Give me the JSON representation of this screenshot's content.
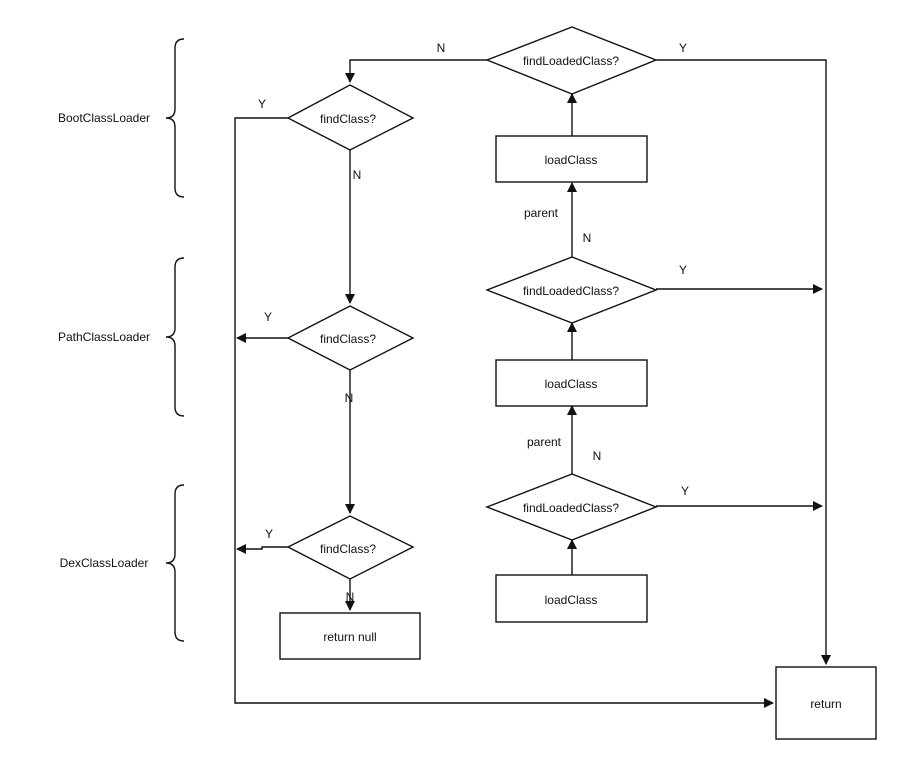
{
  "groups": {
    "boot": "BootClassLoader",
    "path": "PathClassLoader",
    "dex": "DexClassLoader"
  },
  "nodes": {
    "find_loaded_top": "findLoadedClass?",
    "find_loaded_mid": "findLoadedClass?",
    "find_loaded_bottom": "findLoadedClass?",
    "load_class_top": "loadClass",
    "load_class_mid": "loadClass",
    "load_class_bottom": "loadClass",
    "find_class_boot": "findClass?",
    "find_class_path": "findClass?",
    "find_class_dex": "findClass?",
    "return_null": "return null",
    "return": "return"
  },
  "edge_labels": {
    "top_no": "N",
    "top_yes": "Y",
    "boot_yes": "Y",
    "boot_no": "N",
    "path_yes": "Y",
    "path_no": "N",
    "dex_yes": "Y",
    "dex_no": "N",
    "parent_upper": "parent",
    "mid_no": "N",
    "mid_yes": "Y",
    "parent_lower": "parent",
    "bottom_no": "N",
    "bottom_yes": "Y"
  }
}
